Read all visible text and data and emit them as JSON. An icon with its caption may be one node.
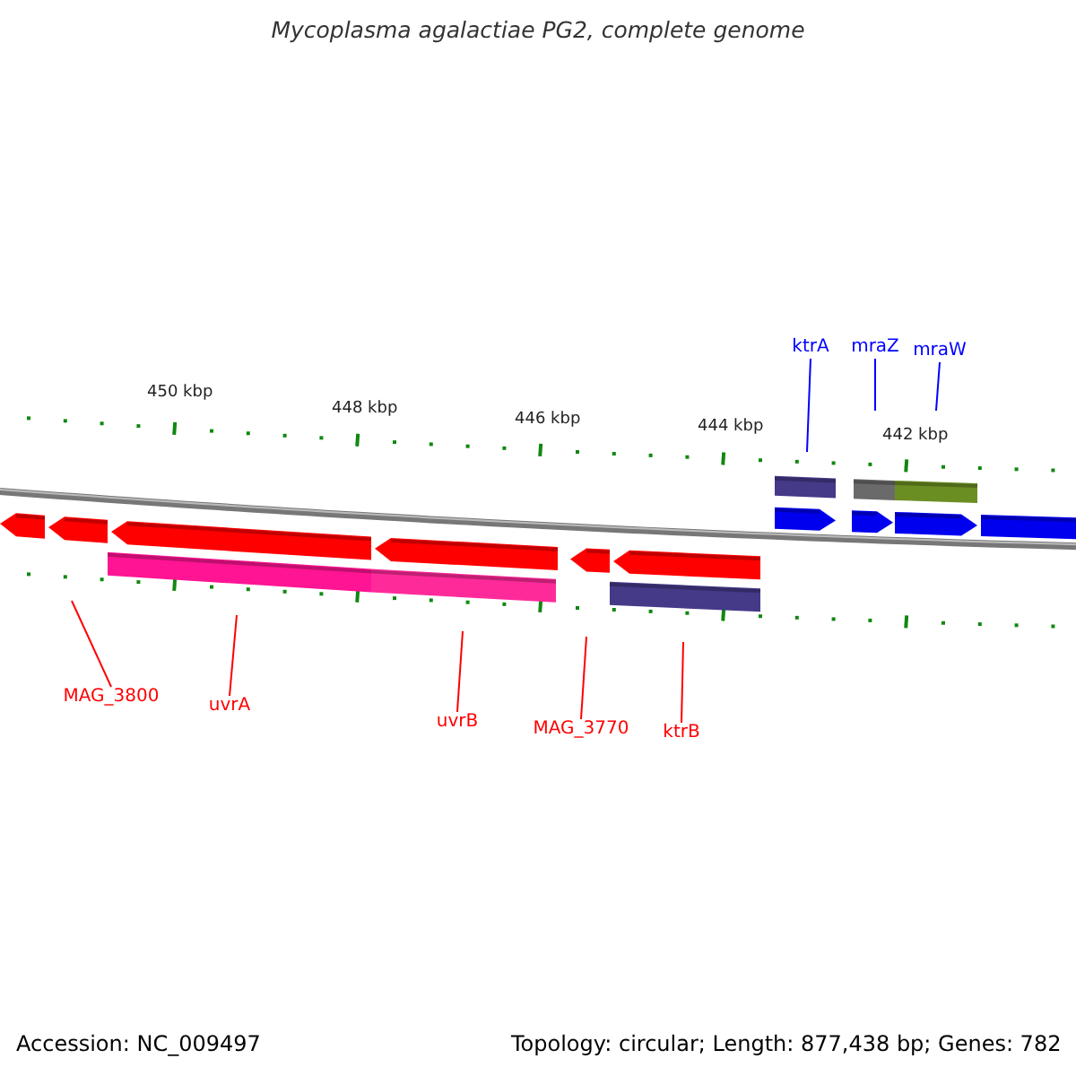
{
  "diagram": {
    "title": "Mycoplasma agalactiae PG2, complete genome",
    "nodes": [
      {
        "text": [
          "ktrA"
        ]
      },
      {
        "text": [
          "mraZ"
        ]
      },
      {
        "text": [
          "mraW"
        ]
      },
      {
        "text": [
          "MAG_3800"
        ]
      },
      {
        "text": [
          "uvrA"
        ]
      },
      {
        "text": [
          "uvrB"
        ]
      },
      {
        "text": [
          "MAG_3770"
        ]
      },
      {
        "text": [
          "ktrB"
        ]
      }
    ],
    "edges": [
      {
        "from": 0,
        "to": null,
        "arrow": "none",
        "color": "#0000ff"
      },
      {
        "from": 1,
        "to": null,
        "arrow": "none",
        "color": "#0000ff"
      },
      {
        "from": 2,
        "to": null,
        "arrow": "none",
        "color": "#0000ff"
      },
      {
        "from": 3,
        "to": null,
        "arrow": "none"
      },
      {
        "from": 4,
        "to": null,
        "arrow": "none"
      },
      {
        "from": 5,
        "to": null,
        "arrow": "none"
      },
      {
        "from": 6,
        "to": null,
        "arrow": "none"
      },
      {
        "from": 7,
        "to": null,
        "arrow": "none"
      }
    ],
    "labels": [
      "450 kbp",
      "448 kbp",
      "446 kbp",
      "444 kbp",
      "442 kbp",
      "Accession: NC_009497",
      "Topology: circular; Length: 877,438 bp; Genes: 782"
    ]
  }
}
